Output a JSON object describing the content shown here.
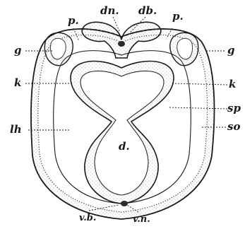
{
  "figure": {
    "labels": {
      "dn": "dn.",
      "db": "db.",
      "p_left": "p.",
      "p_right": "p.",
      "g_left": "g",
      "g_right": "g",
      "k_left": "k",
      "k_right": "k",
      "lh": "lh",
      "sp": "sp",
      "so": "so",
      "d": "d.",
      "vb": "v.b.",
      "vn": "v.n."
    },
    "colors": {
      "ink": "#1a1a1a",
      "stipple": "#8c8c8c",
      "paper": "#ffffff"
    }
  }
}
